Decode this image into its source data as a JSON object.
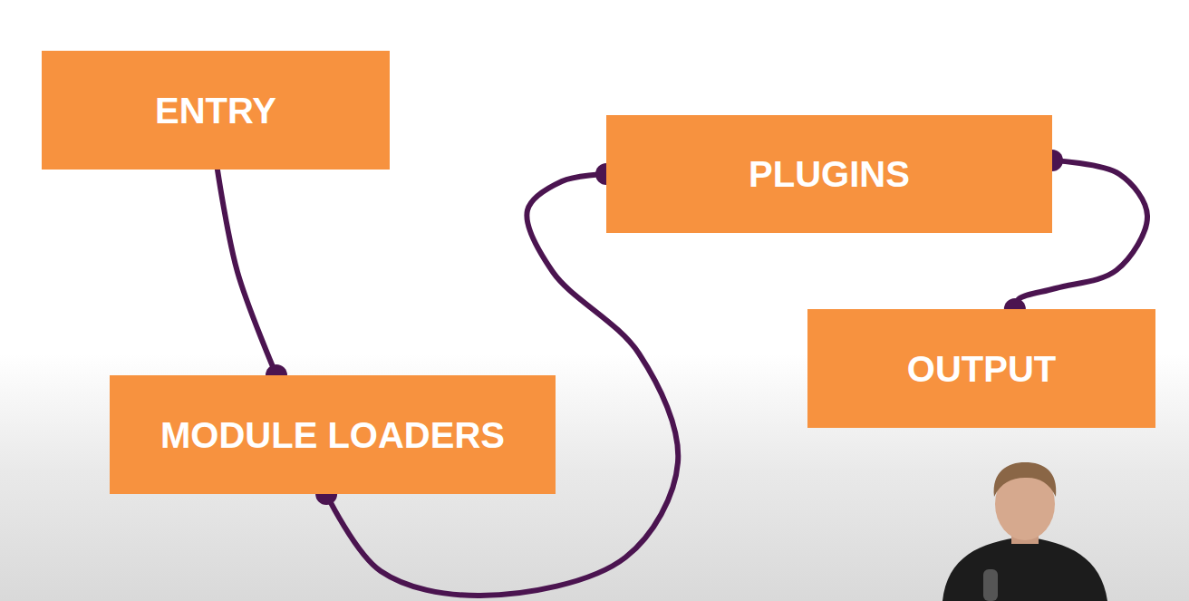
{
  "diagram": {
    "nodes": [
      {
        "text": [
          "ENTRY"
        ]
      },
      {
        "text": [
          "MODULE LOADERS"
        ]
      },
      {
        "text": [
          "PLUGINS"
        ]
      },
      {
        "text": [
          "OUTPUT"
        ]
      }
    ],
    "edges": [
      {
        "from": 0,
        "to": 1,
        "arrow": "none"
      },
      {
        "from": 1,
        "to": 2,
        "arrow": "none"
      },
      {
        "from": 2,
        "to": 3,
        "arrow": "none"
      }
    ]
  }
}
